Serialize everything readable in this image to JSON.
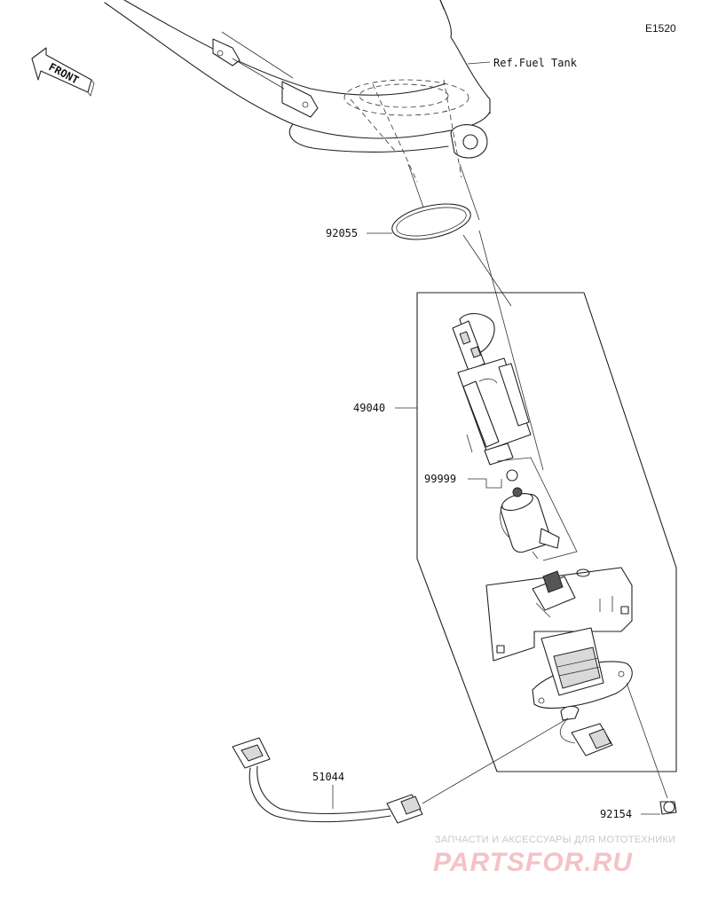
{
  "diagram_code": "E1520",
  "front_label": "FRONT",
  "reference_label": "Ref.Fuel Tank",
  "parts": [
    {
      "number": "92055"
    },
    {
      "number": "49040"
    },
    {
      "number": "99999"
    },
    {
      "number": "51044"
    },
    {
      "number": "92154"
    }
  ],
  "watermark": {
    "tagline": "ЗАПЧАСТИ И АКСЕССУАРЫ ДЛЯ МОТОТЕХНИКИ",
    "brand": "PARTSFOR.RU",
    "colors": {
      "tagline": "#c9c9c9",
      "brand": "#f4c2c6"
    }
  }
}
